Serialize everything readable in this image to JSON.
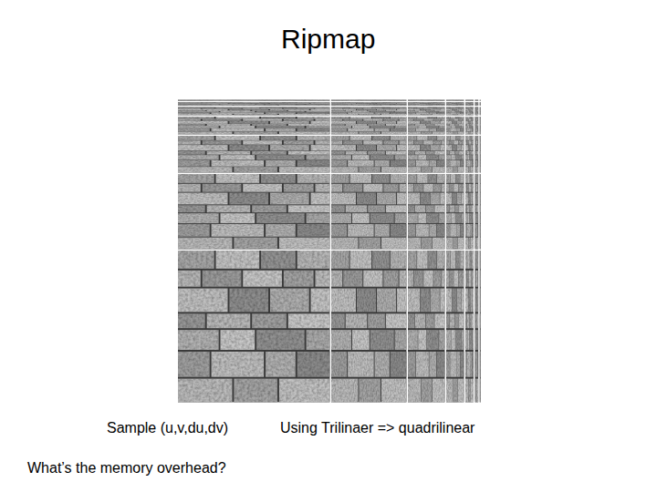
{
  "diagram": {
    "title": "Ripmap",
    "labels": [
      "Sample (u,v,du,dv)",
      "Using Trilinaer => quadrilinear",
      "What’s the memory overhead?"
    ]
  }
}
